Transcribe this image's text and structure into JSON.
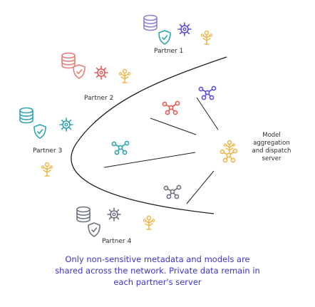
{
  "partners": [
    {
      "label": "Partner 1",
      "color": "#8b7fd9"
    },
    {
      "label": "Partner 2",
      "color": "#ea7c78"
    },
    {
      "label": "Partner 3",
      "color": "#2fa4ae"
    },
    {
      "label": "Partner 4",
      "color": "#6f7480"
    }
  ],
  "server": {
    "lines": [
      "Model",
      "aggregation",
      "and dispatch",
      "server"
    ],
    "color": "#f0b64a"
  },
  "caption": {
    "line1": "Only non-sensitive metadata and models are",
    "line2": "shared across the network. Private data remain in",
    "line3": "each partner's server"
  },
  "colors": {
    "caption": "#3b34c9",
    "shield": "#2fa4ae",
    "curve": "#1f1f1f",
    "gear_blue": "#5b4fd9",
    "gear_red": "#e55b57"
  },
  "icons": [
    "database-icon",
    "shield-icon",
    "gear-icon",
    "tree-icon",
    "model-graph-icon"
  ]
}
